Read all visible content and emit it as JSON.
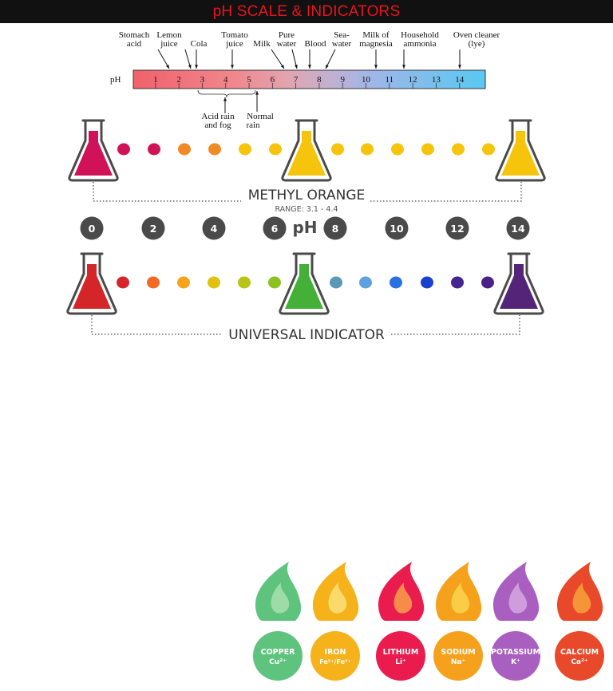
{
  "header": {
    "title": "pH SCALE & INDICATORS"
  },
  "colors": {
    "header_title": "#e8141d",
    "dark_gray": "#4a4a4a",
    "flask_outline": "#4a4a4a"
  },
  "ph_scale": {
    "axis_label": "pH",
    "ticks": [
      "1",
      "2",
      "3",
      "4",
      "5",
      "6",
      "7",
      "8",
      "9",
      "10",
      "11",
      "12",
      "13",
      "14"
    ],
    "substances_top": [
      {
        "line1": "Stomach",
        "line2": "acid",
        "ph": 1.5
      },
      {
        "line1": "Lemon",
        "line2": "juice",
        "ph": 2.4
      },
      {
        "line1": "Cola",
        "line2": "",
        "ph": 2.7
      },
      {
        "line1": "Tomato",
        "line2": "juice",
        "ph": 4.2
      },
      {
        "line1": "Milk",
        "line2": "",
        "ph": 6.6
      },
      {
        "line1": "Pure",
        "line2": "water",
        "ph": 7.0
      },
      {
        "line1": "Blood",
        "line2": "",
        "ph": 7.4
      },
      {
        "line1": "Sea-",
        "line2": "water",
        "ph": 8.2
      },
      {
        "line1": "Milk of",
        "line2": "magnesia",
        "ph": 10.5
      },
      {
        "line1": "Household",
        "line2": "ammonia",
        "ph": 11.6
      },
      {
        "line1": "Oven cleaner",
        "line2": "(lye)",
        "ph": 13.9
      }
    ],
    "substances_bottom": [
      {
        "line1": "Acid rain",
        "line2": "and fog",
        "ph_low": 2.8,
        "ph_high": 5.2
      },
      {
        "line1": "Normal",
        "line2": "rain",
        "ph": 5.3
      }
    ]
  },
  "methyl_orange": {
    "title": "METHYL ORANGE",
    "range": "RANGE: 3.1 - 4.4",
    "flask_colors": [
      "#d01258",
      "#f6c40c",
      "#f6c40c"
    ],
    "dot_colors": [
      "#d01258",
      "#d01258",
      "#f08a24",
      "#f08a24",
      "#f6c40c",
      "#f6c40c",
      "#f6c40c",
      "#f6c40c",
      "#f6c40c",
      "#f6c40c",
      "#f6c40c",
      "#f6c40c"
    ]
  },
  "ph_numbers": {
    "center_label": "pH",
    "values": [
      "0",
      "2",
      "4",
      "6",
      "8",
      "10",
      "12",
      "14"
    ]
  },
  "universal_indicator": {
    "title": "UNIVERSAL INDICATOR",
    "flask_colors": [
      "#d42628",
      "#44b038",
      "#532478"
    ],
    "dot_colors": [
      "#d42628",
      "#f26a21",
      "#f7a21d",
      "#dfc30f",
      "#b7c316",
      "#8cc21f",
      "#5b98b8",
      "#5da2df",
      "#2b70df",
      "#1b3fcf",
      "#43268f",
      "#4a2286"
    ]
  },
  "flames": [
    {
      "name": "COPPER",
      "symbol": "Cu²⁺",
      "color": "#5ec47d",
      "inner": "#a8dfae"
    },
    {
      "name": "IRON",
      "symbol": "Fe²⁺/Fe³⁺",
      "color": "#f6b21b",
      "inner": "#fbe07a"
    },
    {
      "name": "LITHIUM",
      "symbol": "Li⁺",
      "color": "#ea1c4e",
      "inner": "#f7a04a"
    },
    {
      "name": "SODIUM",
      "symbol": "Na⁺",
      "color": "#f6a11c",
      "inner": "#fbd44c"
    },
    {
      "name": "POTASSIUM",
      "symbol": "K⁺",
      "color": "#a95fbf",
      "inner": "#d6a7e1"
    },
    {
      "name": "CALCIUM",
      "symbol": "Ca²⁺",
      "color": "#e8492a",
      "inner": "#f6a23a"
    }
  ]
}
